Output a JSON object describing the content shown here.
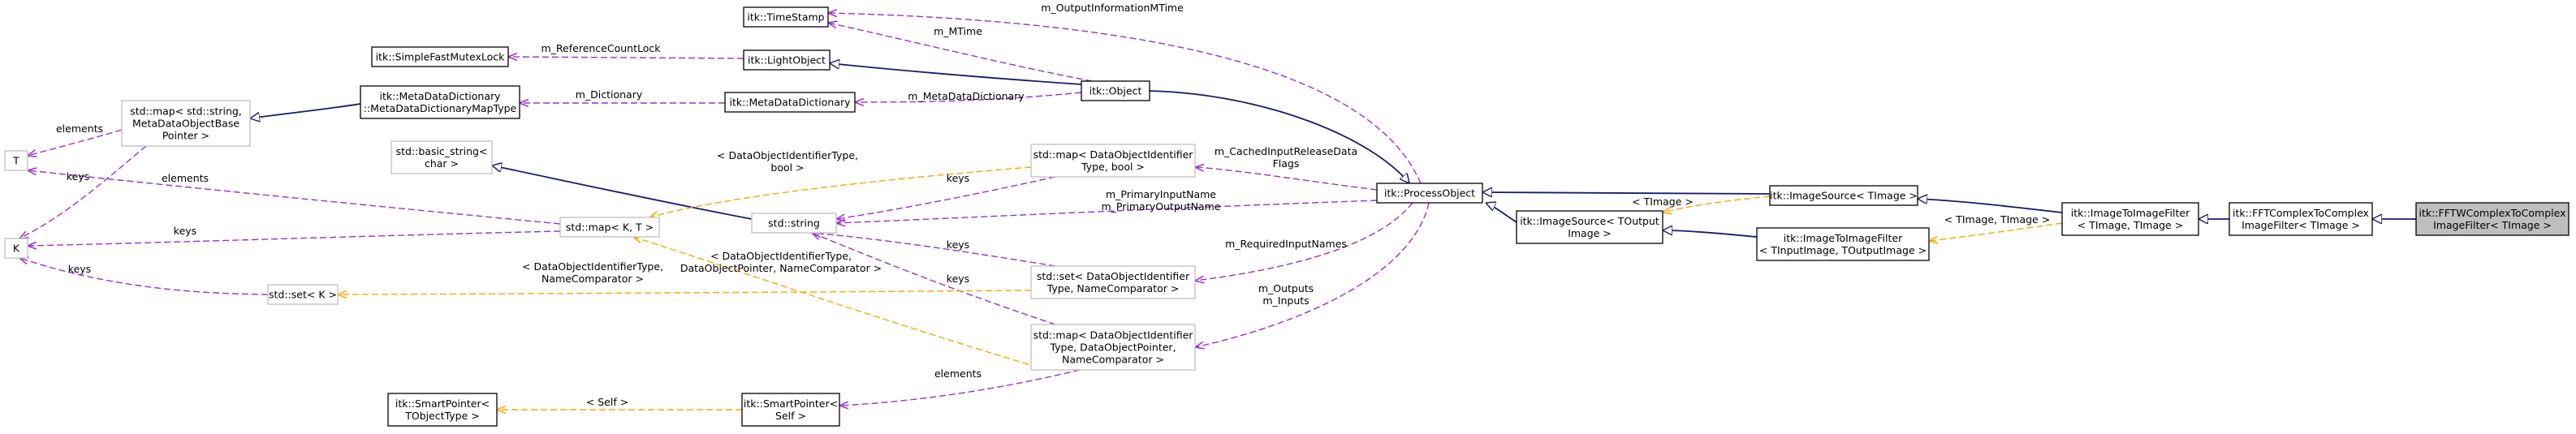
{
  "colors": {
    "inheritance": "#191970",
    "usage": "#9a32cd",
    "template": "#ffa500",
    "focus_fill": "#bfbfbf"
  },
  "nodes": {
    "timestamp": [
      "itk::TimeStamp"
    ],
    "fastmutex": [
      "itk::SimpleFastMutexLock"
    ],
    "lightobject": [
      "itk::LightObject"
    ],
    "object": [
      "itk::Object"
    ],
    "metadict": [
      "itk::MetaDataDictionary"
    ],
    "metadictmap": [
      "itk::MetaDataDictionary",
      "::MetaDataDictionaryMapType"
    ],
    "stdmap_string": [
      "std::map< std::string,",
      "MetaDataObjectBase",
      "Pointer >"
    ],
    "T": [
      "T"
    ],
    "K": [
      "K"
    ],
    "basic_string": [
      "std::basic_string<",
      "char >"
    ],
    "stdstring": [
      "std::string"
    ],
    "stdmap_KT": [
      "std::map< K, T >"
    ],
    "stdset_K": [
      "std::set< K >"
    ],
    "stdmap_bool": [
      "std::map< DataObjectIdentifier",
      "Type, bool >"
    ],
    "stdset_ident": [
      "std::set< DataObjectIdentifier",
      "Type, NameComparator >"
    ],
    "stdmap_ptr": [
      "std::map< DataObjectIdentifier",
      "Type, DataObjectPointer,",
      "NameComparator >"
    ],
    "smartptr_T": [
      "itk::SmartPointer<",
      "TObjectType >"
    ],
    "smartptr_self": [
      "itk::SmartPointer<",
      "Self >"
    ],
    "processobject": [
      "itk::ProcessObject"
    ],
    "imagesource_T": [
      "itk::ImageSource< TImage >"
    ],
    "imagesource_out": [
      "itk::ImageSource< TOutput",
      "Image >"
    ],
    "i2i_T": [
      "itk::ImageToImageFilter",
      "< TImage, TImage >"
    ],
    "i2i_io": [
      "itk::ImageToImageFilter",
      "< TInputImage, TOutputImage >"
    ],
    "fft_c2c": [
      "itk::FFTComplexToComplex",
      "ImageFilter< TImage >"
    ],
    "fftw_c2c": [
      "itk::FFTWComplexToComplex",
      "ImageFilter< TImage >"
    ]
  },
  "edge_labels": {
    "m_OutputInformationMTime": [
      "m_OutputInformationMTime"
    ],
    "m_MTime": [
      "m_MTime"
    ],
    "m_ReferenceCountLock": [
      "m_ReferenceCountLock"
    ],
    "m_Dictionary": [
      "m_Dictionary"
    ],
    "m_MetaDataDictionary": [
      "m_MetaDataDictionary"
    ],
    "elements_T_top": [
      "elements"
    ],
    "keys_K_top": [
      "keys"
    ],
    "elements_map": [
      "elements"
    ],
    "keys_map": [
      "keys"
    ],
    "keys_set": [
      "keys"
    ],
    "tmpl_bool": [
      "< DataObjectIdentifierType,",
      "bool >"
    ],
    "keys_string_bool": [
      "keys"
    ],
    "m_CachedInputReleaseDataFlags": [
      "m_CachedInputReleaseData",
      "Flags"
    ],
    "m_PrimaryInputName": [
      "m_PrimaryInputName",
      "m_PrimaryOutputName"
    ],
    "keys_string_set": [
      "keys"
    ],
    "tmpl_ident_name": [
      "< DataObjectIdentifierType,",
      "NameComparator >"
    ],
    "keys_string_ptr": [
      "keys"
    ],
    "tmpl_ident_ptr": [
      "< DataObjectIdentifierType,",
      "DataObjectPointer, NameComparator >"
    ],
    "m_RequiredInputNames": [
      "m_RequiredInputNames"
    ],
    "m_Outputs": [
      "m_Outputs",
      "m_Inputs"
    ],
    "elements_smart": [
      "elements"
    ],
    "self_tmpl": [
      "< Self >"
    ],
    "timage_tmpl": [
      "< TImage >"
    ],
    "timage_timage_tmpl": [
      "< TImage, TImage >"
    ]
  }
}
